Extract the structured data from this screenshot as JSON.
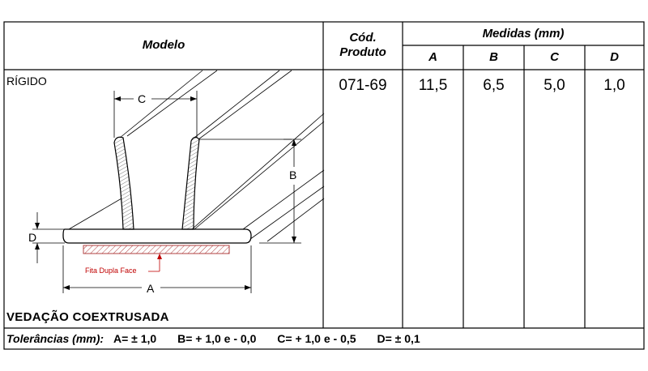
{
  "table": {
    "header": {
      "modelo": "Modelo",
      "cod_line1": "Cód.",
      "cod_line2": "Produto",
      "medidas": "Medidas (mm)",
      "cols": [
        "A",
        "B",
        "C",
        "D"
      ]
    },
    "row": {
      "type": "RÍGIDO",
      "code": "071-69",
      "values": [
        "11,5",
        "6,5",
        "5,0",
        "1,0"
      ]
    }
  },
  "drawing": {
    "label_a": "A",
    "label_b": "B",
    "label_c": "C",
    "label_d": "D",
    "tape_note": "Fita Dupla Face",
    "colors": {
      "line": "#000000",
      "hatch": "#b04040",
      "note": "#c00000"
    }
  },
  "product_title": "VEDAÇÃO COEXTRUSADA",
  "tolerances": {
    "label": "Tolerâncias (mm):",
    "a": "A= ± 1,0",
    "b": "B= + 1,0 e - 0,0",
    "c": "C= + 1,0 e - 0,5",
    "d": "D= ± 0,1"
  }
}
